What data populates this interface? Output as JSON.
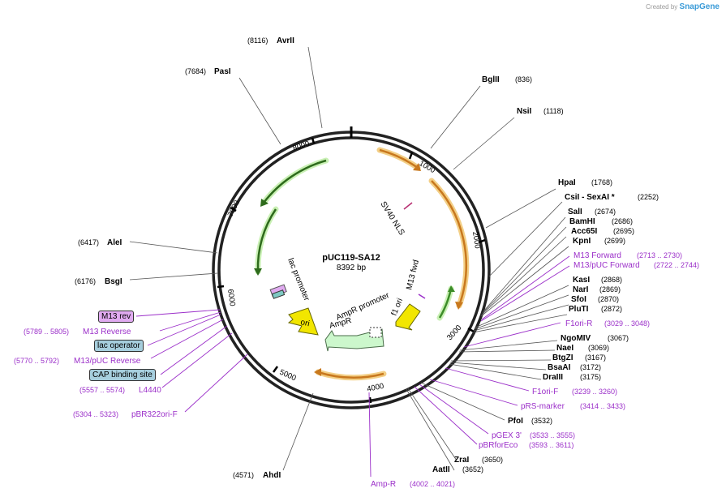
{
  "credit": {
    "prefix": "Created by",
    "brand": "SnapGene"
  },
  "plasmid": {
    "name": "pUC119-SA12",
    "size_label": "8392 bp",
    "length": 8392
  },
  "ticks": [
    "1000",
    "2000",
    "3000",
    "4000",
    "5000",
    "6000",
    "7000",
    "8000"
  ],
  "colors": {
    "backbone": "#222222",
    "orange_feature": "#c8781e",
    "green_feature": "#3c8c28",
    "primer": "#9b2fc9",
    "yellow_feature": "#f2e600",
    "light_green": "#ccf7cc",
    "box_fill": "#a6cedd",
    "m13_fill": "#e0aaf0"
  },
  "sites": [
    {
      "name": "AvrII",
      "pos": "(8116)"
    },
    {
      "name": "PasI",
      "pos": "(7684)"
    },
    {
      "name": "BglII",
      "pos": "(836)"
    },
    {
      "name": "NsiI",
      "pos": "(1118)"
    },
    {
      "name": "HpaI",
      "pos": "(1768)"
    },
    {
      "name": "CsiI  - SexAI *",
      "pos": "(2252)"
    },
    {
      "name": "SalI",
      "pos": "(2674)"
    },
    {
      "name": "BamHI",
      "pos": "(2686)"
    },
    {
      "name": "Acc65I",
      "pos": "(2695)"
    },
    {
      "name": "KpnI",
      "pos": "(2699)"
    },
    {
      "name": "KasI",
      "pos": "(2868)"
    },
    {
      "name": "NarI",
      "pos": "(2869)"
    },
    {
      "name": "SfoI",
      "pos": "(2870)"
    },
    {
      "name": "PluTI",
      "pos": "(2872)"
    },
    {
      "name": "NgoMIV",
      "pos": "(3067)"
    },
    {
      "name": "NaeI",
      "pos": "(3069)"
    },
    {
      "name": "BtgZI",
      "pos": "(3167)"
    },
    {
      "name": "BsaAI",
      "pos": "(3172)"
    },
    {
      "name": "DraIII",
      "pos": "(3175)"
    },
    {
      "name": "PfoI",
      "pos": "(3532)"
    },
    {
      "name": "ZraI",
      "pos": "(3650)"
    },
    {
      "name": "AatII",
      "pos": "(3652)"
    },
    {
      "name": "AhdI",
      "pos": "(4571)"
    },
    {
      "name": "AleI",
      "pos": "(6417)"
    },
    {
      "name": "BsgI",
      "pos": "(6176)"
    }
  ],
  "primers": [
    {
      "name": "M13 Forward",
      "pos": "(2713 .. 2730)"
    },
    {
      "name": "M13/pUC Forward",
      "pos": "(2722 .. 2744)"
    },
    {
      "name": "F1ori-R",
      "pos": "(3029 .. 3048)"
    },
    {
      "name": "F1ori-F",
      "pos": "(3239 .. 3260)"
    },
    {
      "name": "pRS-marker",
      "pos": "(3414 .. 3433)"
    },
    {
      "name": "pGEX 3'",
      "pos": "(3533 .. 3555)"
    },
    {
      "name": "pBRforEco",
      "pos": "(3593 .. 3611)"
    },
    {
      "name": "Amp-R",
      "pos": "(4002 .. 4021)"
    },
    {
      "name": "M13 Reverse",
      "pos": "(5789 .. 5805)"
    },
    {
      "name": "M13/pUC Reverse",
      "pos": "(5770 .. 5792)"
    },
    {
      "name": "L4440",
      "pos": "(5557 .. 5574)"
    },
    {
      "name": "pBR322ori-F",
      "pos": "(5304 .. 5323)"
    }
  ],
  "boxed_features": [
    "M13 rev",
    "lac operator",
    "CAP binding site"
  ],
  "features": [
    "SV40 NLS",
    "M13 fwd",
    "f1 ori",
    "AmpR promoter",
    "AmpR",
    "ori",
    "lac promoter"
  ]
}
